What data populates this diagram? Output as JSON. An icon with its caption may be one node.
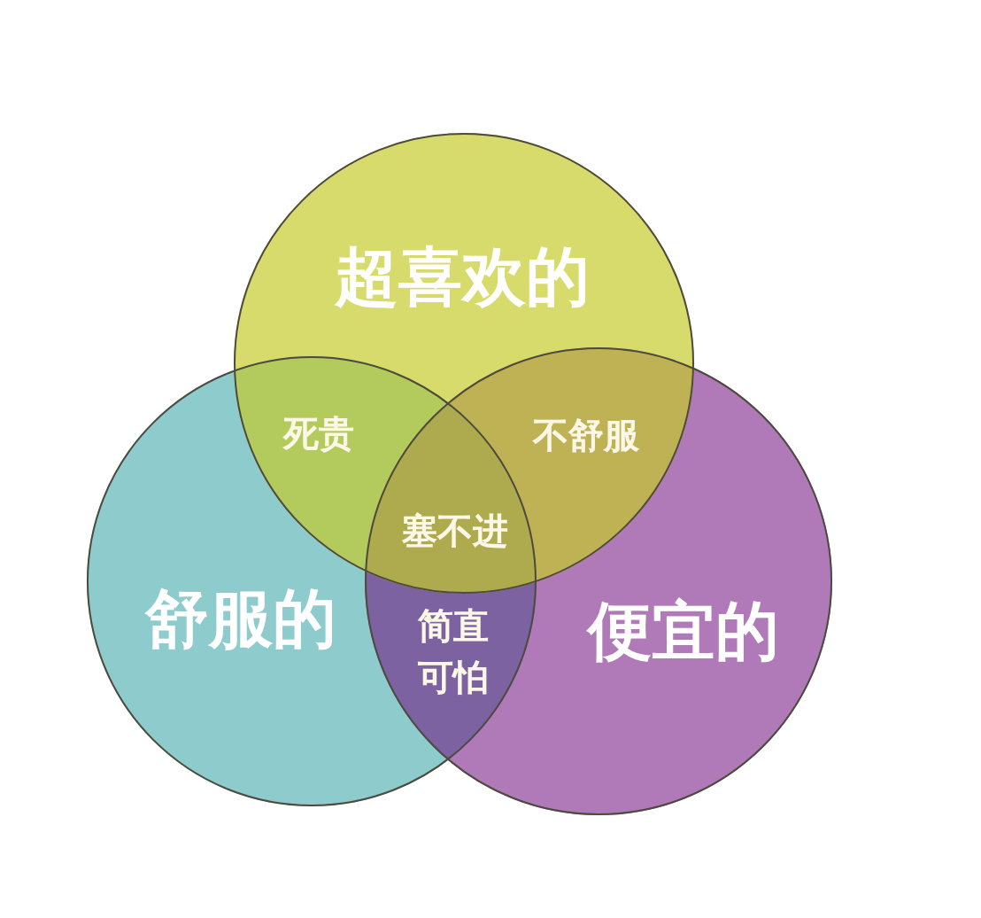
{
  "diagram": {
    "nodes": [
      {
        "text": [
          "超喜欢的"
        ]
      },
      {
        "text": [
          "舒服的"
        ]
      },
      {
        "text": [
          "便宜的"
        ]
      }
    ],
    "labels": [
      "死贵",
      "不舒服",
      "塞不进",
      "简直可怕"
    ]
  }
}
